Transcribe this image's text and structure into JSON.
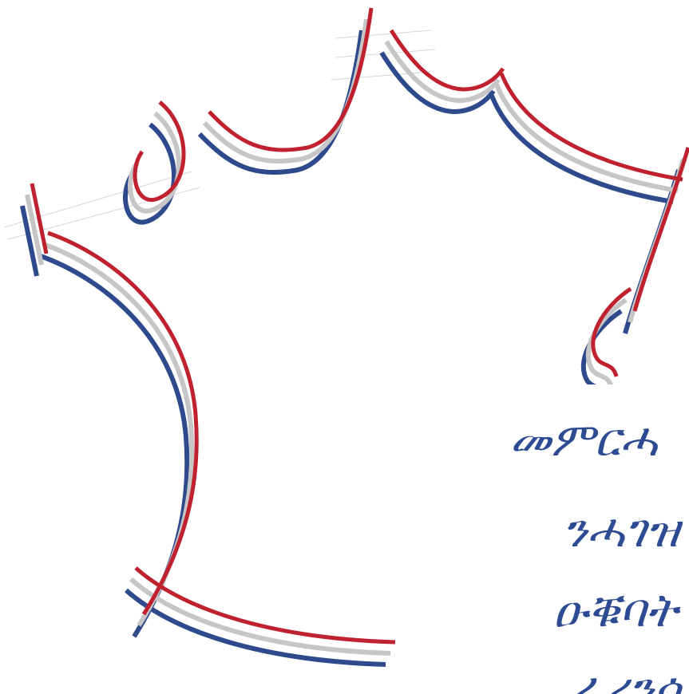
{
  "colors": {
    "red": "#c0212f",
    "gray": "#c6c6c6",
    "blue": "#2e4a8c",
    "text": "#2c4b93"
  },
  "caption": {
    "lines": [
      "መምርሓ",
      "ንሓገዝ",
      "ዑቑባት",
      "ፈረንሳ"
    ]
  }
}
